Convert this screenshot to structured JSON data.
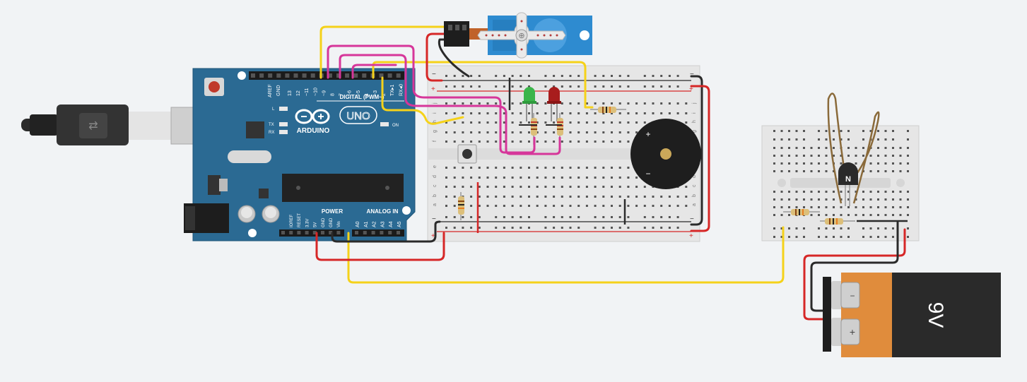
{
  "arduino": {
    "aref": "AREF",
    "gnd": "GND",
    "pins_digital": [
      "13",
      "12",
      "~11",
      "~10",
      "~9",
      "8",
      "7",
      "~6",
      "~5",
      "4",
      "~3",
      "2",
      "TX▸1",
      "RX◂0"
    ],
    "digital_label": "DIGITAL (PWM~)",
    "led_l": "L",
    "led_tx": "TX",
    "led_rx": "RX",
    "on": "ON",
    "brand": "ARDUINO",
    "model": "UNO",
    "power_label": "POWER",
    "analog_label": "ANALOG IN",
    "power_pins": [
      "IOREF",
      "RESET",
      "3.3V",
      "5V",
      "GND",
      "GND",
      "Vin"
    ],
    "analog_pins": [
      "A0",
      "A1",
      "A2",
      "A3",
      "A4",
      "A5"
    ]
  },
  "breadboard": {
    "row_letters_top": [
      "j",
      "i",
      "h",
      "g",
      "f"
    ],
    "row_letters_bottom": [
      "e",
      "d",
      "c",
      "b",
      "a"
    ],
    "plus": "+",
    "minus": "−"
  },
  "buzzer": {
    "plus": "+",
    "minus": "−"
  },
  "sensor": {
    "label": "N"
  },
  "battery": {
    "voltage": "9V",
    "neg": "−",
    "pos": "+"
  },
  "colors": {
    "wire_yellow": "#f5d21a",
    "wire_magenta": "#d6369a",
    "wire_red": "#d62727",
    "wire_black": "#2a2a2a",
    "arduino_blue": "#2b6a93",
    "board": "#e6e6e6",
    "servo_blue": "#2e8bd0",
    "battery_orange": "#e08c3c"
  }
}
